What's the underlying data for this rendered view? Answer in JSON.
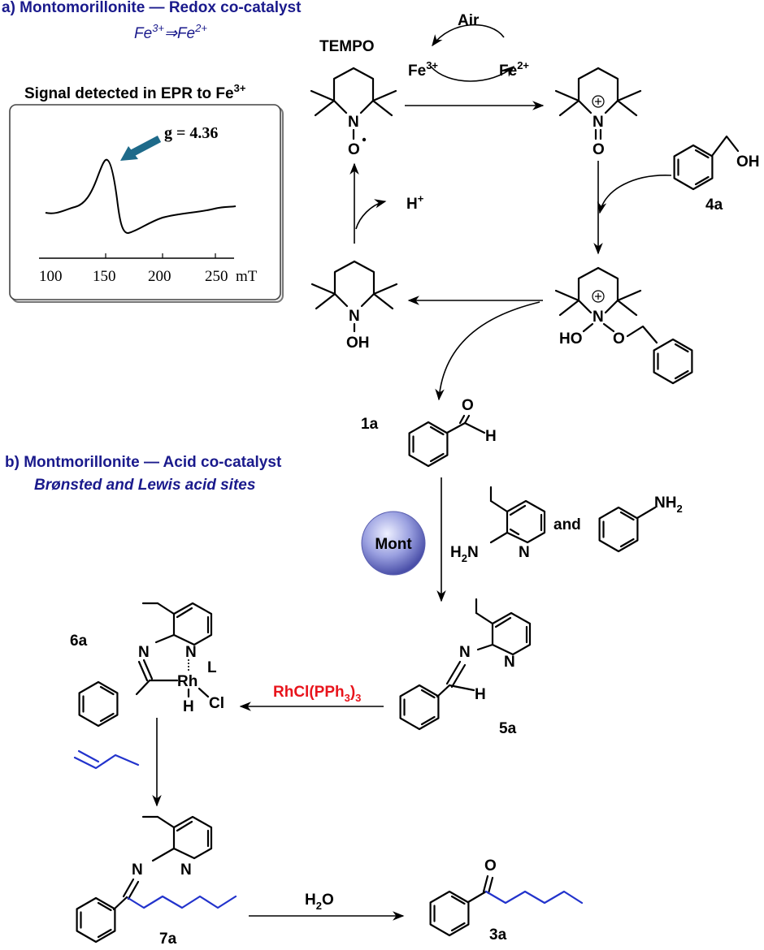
{
  "section_a": {
    "title": "a) Montomorillonite — Redox co-catalyst",
    "subtitle_base1": "Fe",
    "subtitle_sup1": "3+",
    "subtitle_arrow": "⇒",
    "subtitle_base2": "Fe",
    "subtitle_sup2": "2+"
  },
  "epr": {
    "heading": "Signal detected in EPR to Fe",
    "heading_sup": "3+",
    "g_label": "g = 4.36",
    "ticks": [
      "100",
      "150",
      "200",
      "250"
    ],
    "unit": "mT"
  },
  "cycle": {
    "tempo": "TEMPO",
    "air": "Air",
    "fe3": "Fe",
    "fe3_sup": "3+",
    "fe2": "Fe",
    "fe2_sup": "2+",
    "proton": "H",
    "proton_sup": "+",
    "oh": "OH",
    "o_dot": "O",
    "label_4a": "4a",
    "oh_4a": "OH",
    "ho": "HO",
    "o_link": "O"
  },
  "section_b": {
    "title": "b) Montmorillonite — Acid co-catalyst",
    "subtitle": "Brønsted and Lewis acid sites"
  },
  "compounds": {
    "c1a": "1a",
    "c5a": "5a",
    "c6a": "6a",
    "c7a": "7a",
    "c3a": "3a"
  },
  "reagents": {
    "mont": "Mont",
    "and": "and",
    "nh2": "NH",
    "nh2_sub": "2",
    "h2n": "H",
    "h2n_sub": "2",
    "h2n_n": "N",
    "rh_cat_a": "RhCl(PPh",
    "rh_cat_sub": "3",
    "rh_cat_b": ")",
    "rh_cat_sub2": "3",
    "water": "H",
    "water_sub": "2",
    "water_o": "O"
  },
  "atoms": {
    "N": "N",
    "O": "O",
    "H": "H",
    "Rh": "Rh",
    "L": "L",
    "Cl": "Cl"
  },
  "colors": {
    "heading_blue": "#1a1a8c",
    "reagent_red": "#e8141c",
    "butene_blue": "#2233cc",
    "arrow_teal": "#1e6a8a"
  }
}
